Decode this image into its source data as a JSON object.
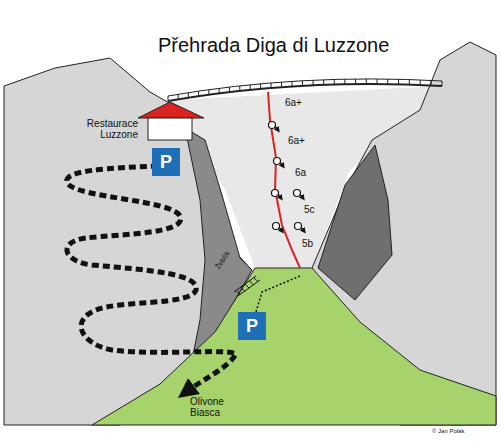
{
  "diagram": {
    "title": "Přehrada Diga di Luzzone",
    "nodes": [
      {
        "text": [
          "P"
        ]
      },
      {
        "text": [
          "P"
        ]
      }
    ],
    "labels": [
      "Restaurace Luzzone",
      "6a+",
      "6a+",
      "6a",
      "5c",
      "5b",
      "Žebřík",
      "Olivone Biasca",
      "© Jan Polák"
    ]
  }
}
